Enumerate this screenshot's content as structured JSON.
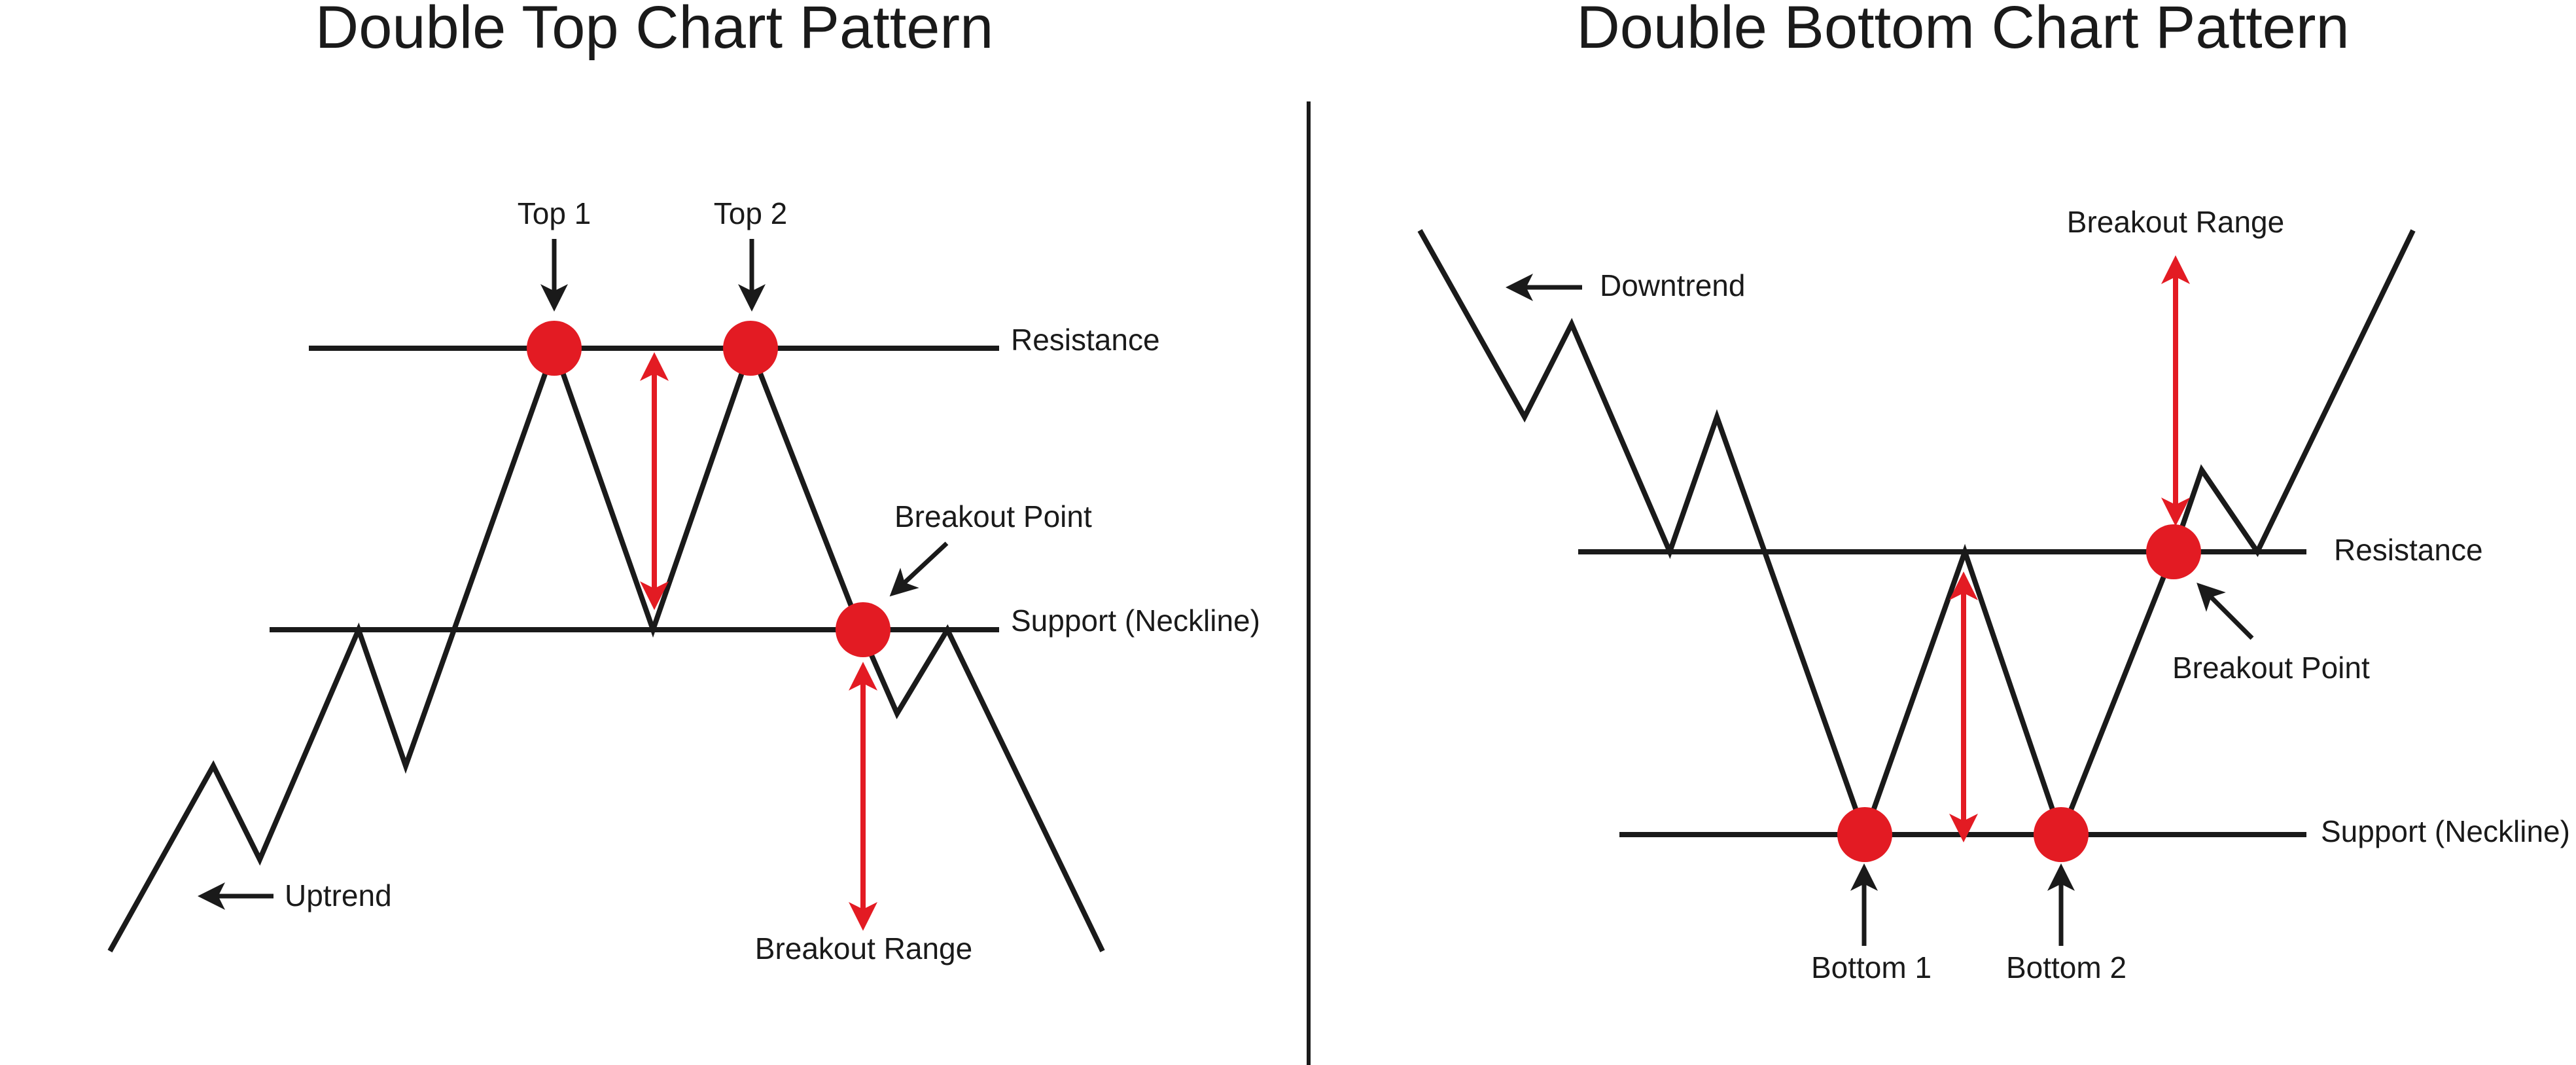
{
  "colors": {
    "ink": "#1a1a1a",
    "accent_red": "#e31b23",
    "background": "#ffffff"
  },
  "double_top": {
    "title": "Double Top Chart Pattern",
    "labels": {
      "top1": "Top 1",
      "top2": "Top 2",
      "resistance": "Resistance",
      "support": "Support (Neckline)",
      "breakout_point": "Breakout Point",
      "breakout_range": "Breakout Range",
      "trend": "Uptrend"
    }
  },
  "double_bottom": {
    "title": "Double Bottom Chart Pattern",
    "labels": {
      "bottom1": "Bottom 1",
      "bottom2": "Bottom 2",
      "resistance": "Resistance",
      "support": "Support (Neckline)",
      "breakout_point": "Breakout Point",
      "breakout_range": "Breakout Range",
      "trend": "Downtrend"
    }
  }
}
